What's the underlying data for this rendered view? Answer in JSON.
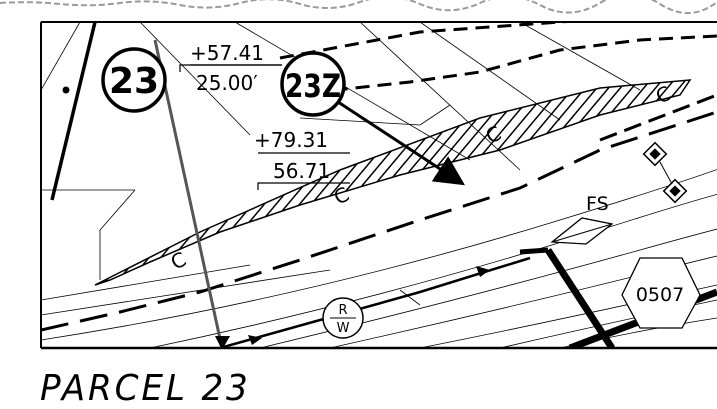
{
  "drawing": {
    "parcel_callouts": [
      {
        "id": "parcel-23",
        "label": "23"
      },
      {
        "id": "parcel-23z",
        "label": "23Z"
      }
    ],
    "stations": [
      {
        "id": "station-upper",
        "offset": "+57.41",
        "distance": "25.00′"
      },
      {
        "id": "station-lower",
        "offset": "+79.31",
        "distance": "56.71"
      }
    ],
    "cut_marks": [
      "C",
      "C",
      "C",
      "C"
    ],
    "labels": {
      "fs": "FS",
      "rw_top": "R",
      "rw_bottom": "W",
      "hex_id": "0507"
    }
  },
  "caption": "PARCEL 23",
  "colors": {
    "ink": "#000000",
    "background": "#ffffff",
    "gray_line": "#555555"
  }
}
